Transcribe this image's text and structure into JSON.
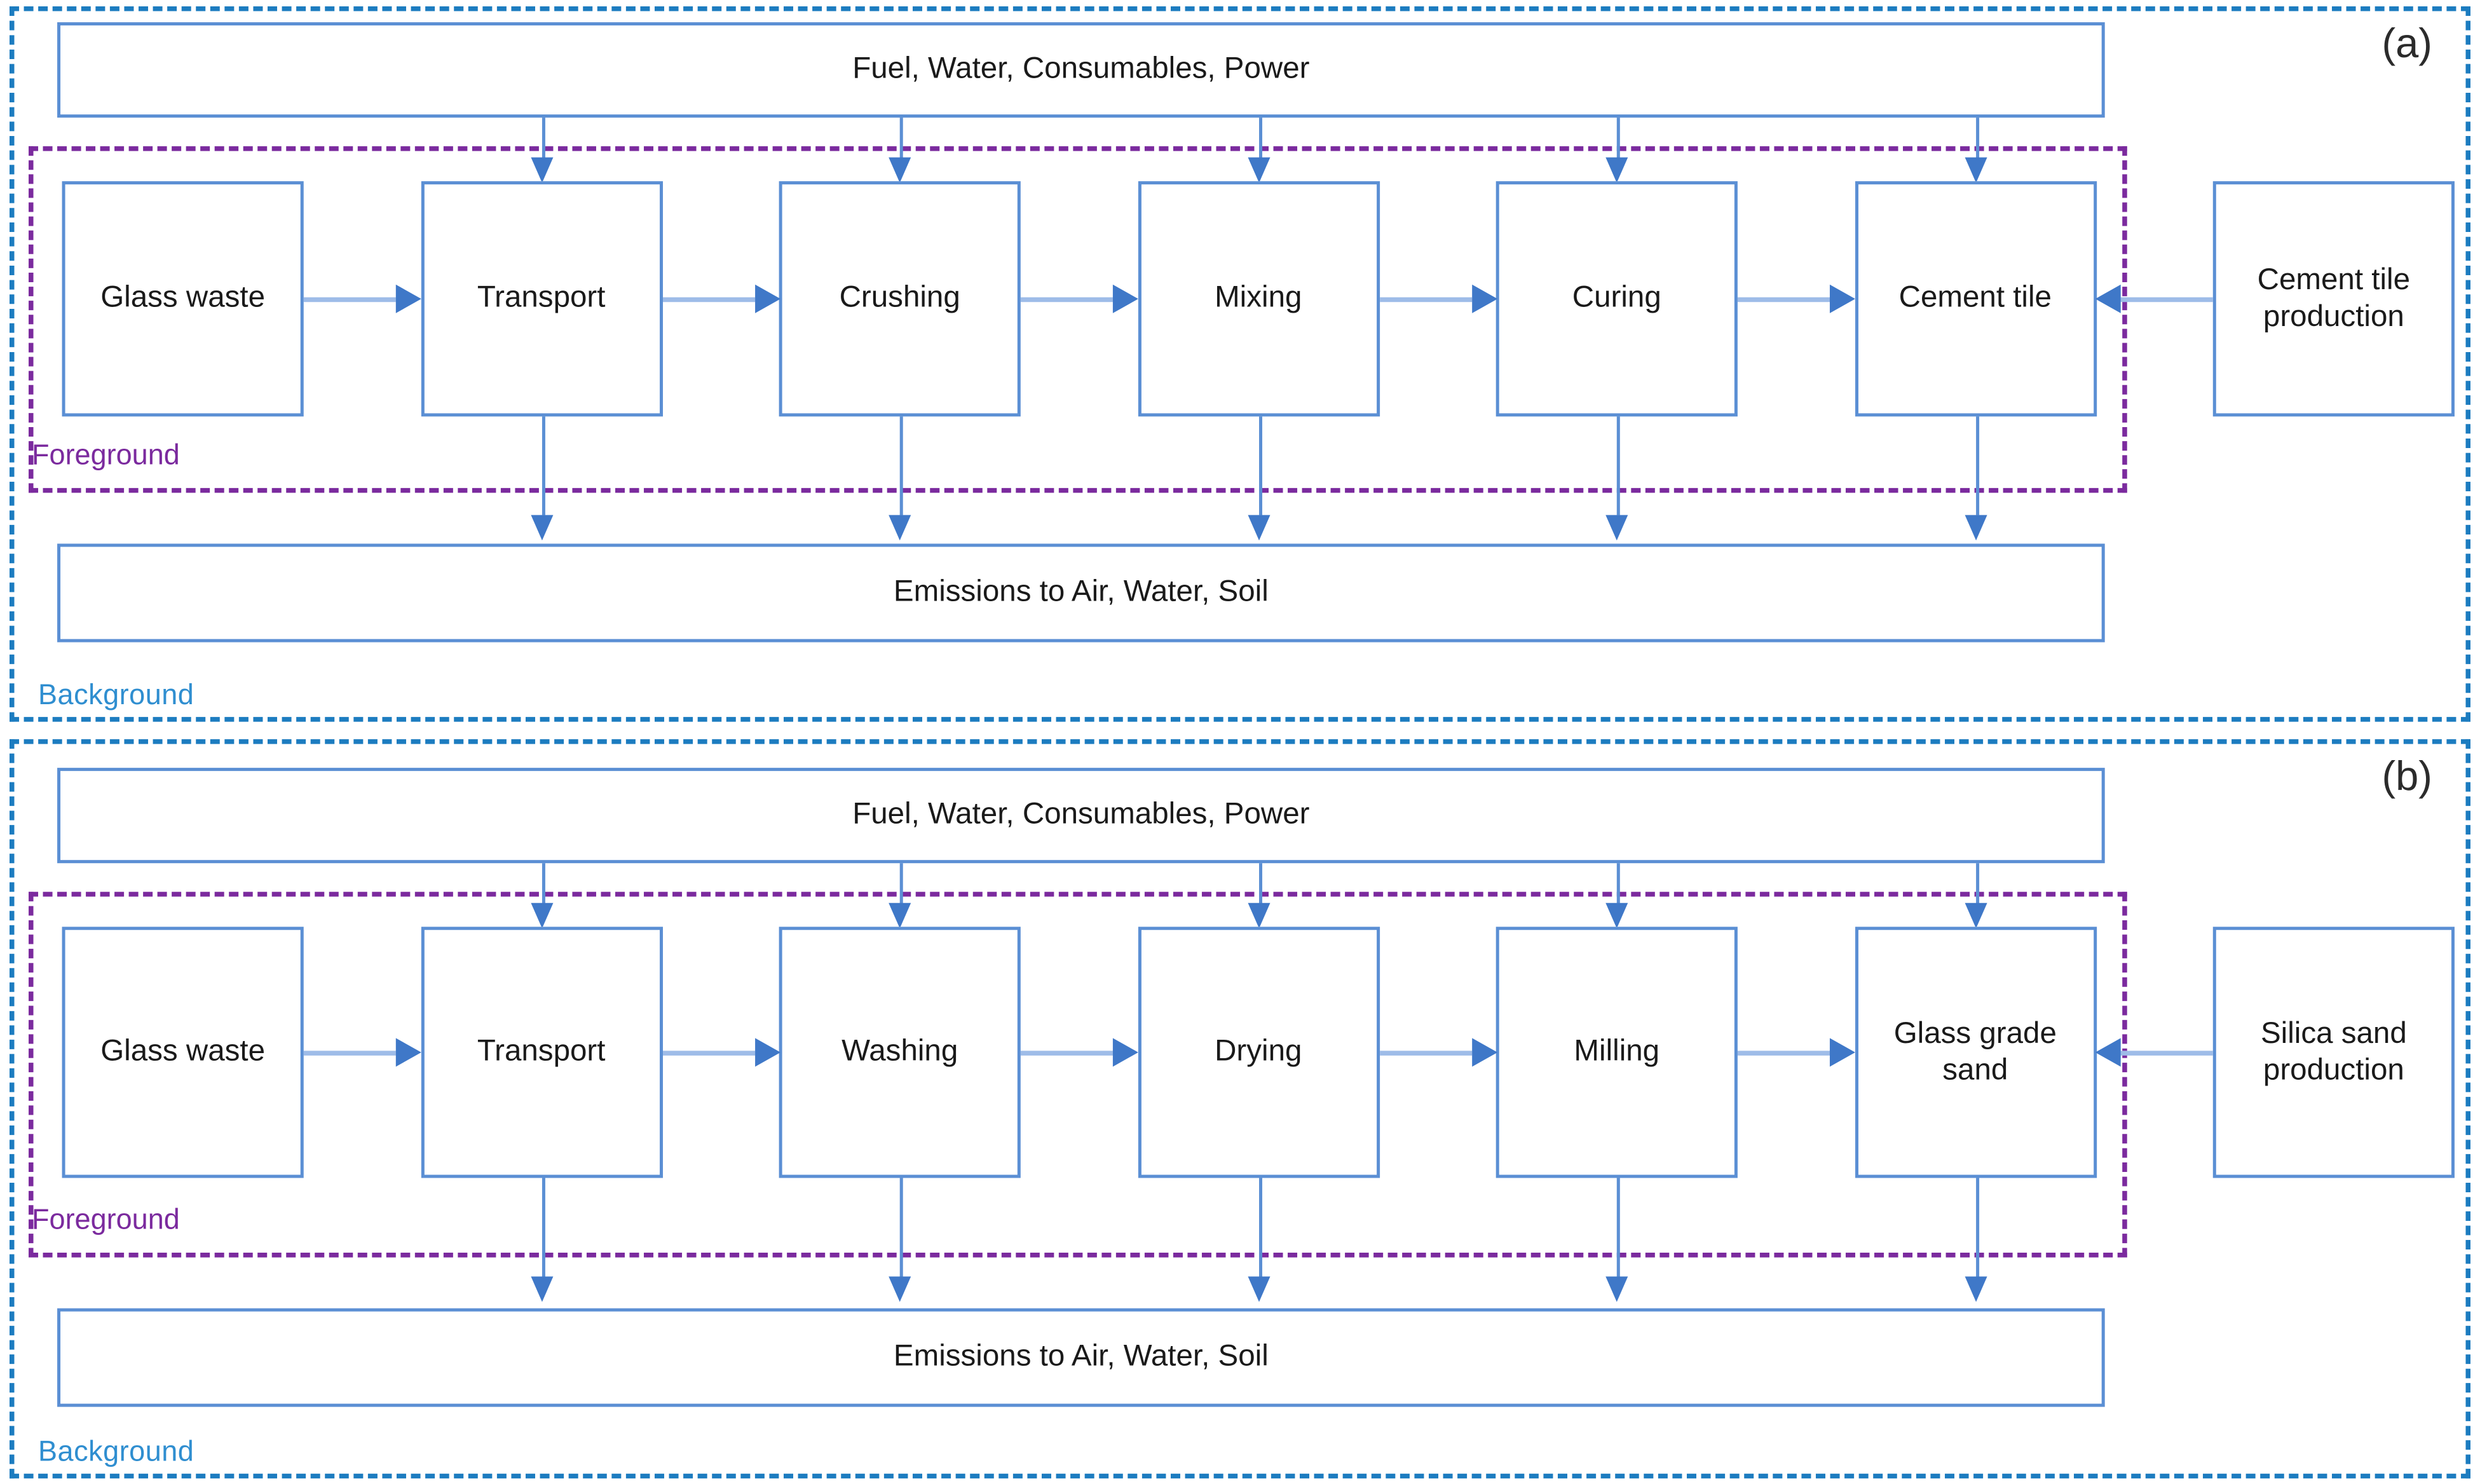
{
  "figure": {
    "type": "process-flow-diagram",
    "panels": [
      {
        "letter": "(a)",
        "background_label": "Background",
        "foreground_label": "Foreground",
        "inputs_box": "Fuel, Water, Consumables,  Power",
        "emissions_box": "Emissions to Air, Water, Soil",
        "process_chain": [
          "Glass waste",
          "Transport",
          "Crushing",
          "Mixing",
          "Curing",
          "Cement tile"
        ],
        "external_box": "Cement tile production",
        "external_arrow_direction": "left",
        "input_arrow_targets": [
          "Transport",
          "Crushing",
          "Mixing",
          "Curing",
          "Cement tile"
        ],
        "emission_arrow_sources": [
          "Transport",
          "Crushing",
          "Mixing",
          "Curing",
          "Cement tile"
        ]
      },
      {
        "letter": "(b)",
        "background_label": "Background",
        "foreground_label": "Foreground",
        "inputs_box": "Fuel, Water, Consumables,  Power",
        "emissions_box": "Emissions to Air, Water, Soil",
        "process_chain": [
          "Glass waste",
          "Transport",
          "Washing",
          "Drying",
          "Milling",
          "Glass grade sand"
        ],
        "external_box": "Silica sand production",
        "external_arrow_direction": "left",
        "input_arrow_targets": [
          "Transport",
          "Washing",
          "Drying",
          "Milling",
          "Glass grade sand"
        ],
        "emission_arrow_sources": [
          "Transport",
          "Washing",
          "Drying",
          "Milling",
          "Glass grade sand"
        ]
      }
    ],
    "colors": {
      "background_frame": "#1c7cc0",
      "foreground_frame": "#7b2a9e",
      "box_border": "#5b8fd4",
      "arrow": "#3f78c8",
      "connector": "#9ebce8",
      "text": "#1a1a1a"
    }
  }
}
